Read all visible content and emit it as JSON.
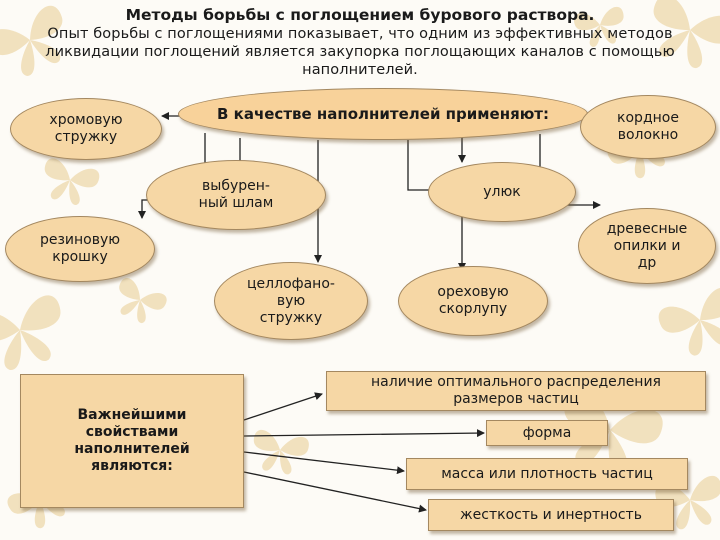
{
  "title": "Методы борьбы с поглощением бурового раствора.",
  "intro": "Опыт борьбы с поглощениями показывает, что одним из эффективных методов ликвидации поглощений является закупорка поглощающих каналов с помощью наполнителей.",
  "center_node": {
    "label": "В качестве наполнителей применяют:"
  },
  "fillers": [
    {
      "label": "хромовую стружку"
    },
    {
      "label": "кордное волокно"
    },
    {
      "label": "выбурен-ный шлам"
    },
    {
      "label": "улюк"
    },
    {
      "label": "резиновую крошку"
    },
    {
      "label": "древесные опилки и др"
    },
    {
      "label": "целлофано-вую стружку"
    },
    {
      "label": "ореховую скорлупу"
    }
  ],
  "properties_box": {
    "label": "Важнейшими свойствами наполнителей являются:"
  },
  "properties": [
    {
      "label": "наличие оптимального распределения размеров частиц"
    },
    {
      "label": "форма"
    },
    {
      "label": "масса или плотность частиц"
    },
    {
      "label": "жесткость и инертность"
    }
  ],
  "colors": {
    "node_fill": "#f6d7a5",
    "node_border": "#a48860",
    "arrow": "#222222",
    "butterfly": "#efdcb4"
  }
}
